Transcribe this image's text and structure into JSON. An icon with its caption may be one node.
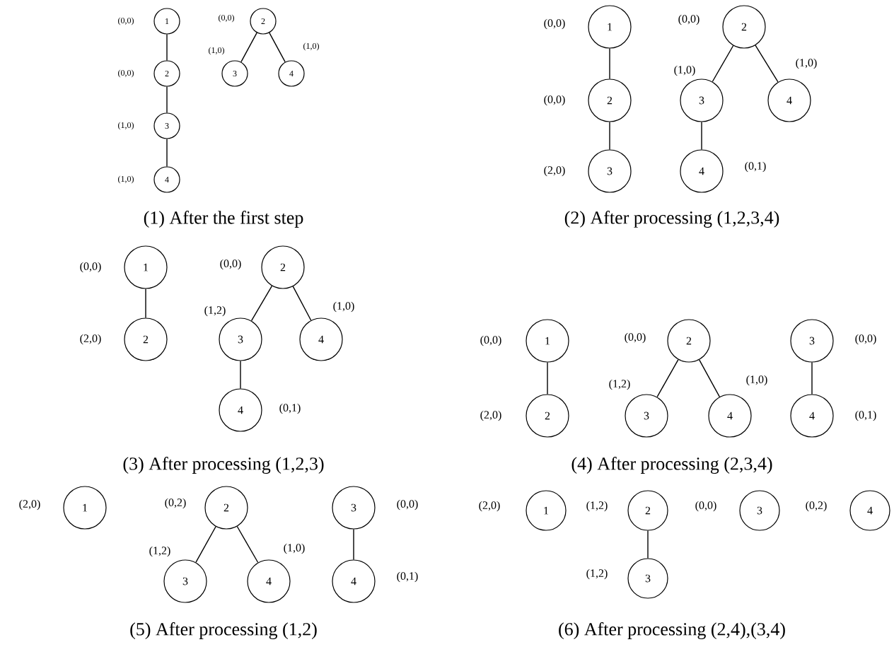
{
  "diagram": {
    "nodes": [
      {
        "text": [
          "1"
        ],
        "beside": [
          "(0,0)"
        ]
      },
      {
        "text": [
          "2"
        ],
        "beside": [
          "(0,0)"
        ]
      },
      {
        "text": [
          "3"
        ],
        "beside": [
          "(1,0)"
        ]
      },
      {
        "text": [
          "4"
        ],
        "beside": [
          "(1,0)"
        ]
      },
      {
        "text": [
          "2"
        ],
        "beside": [
          "(0,0)"
        ]
      },
      {
        "text": [
          "3"
        ],
        "beside": [
          "(1,0)"
        ]
      },
      {
        "text": [
          "4"
        ],
        "beside": [
          "(1,0)"
        ]
      },
      {
        "text": [
          "1"
        ],
        "beside": [
          "(0,0)"
        ]
      },
      {
        "text": [
          "2"
        ],
        "beside": [
          "(0,0)"
        ]
      },
      {
        "text": [
          "3"
        ],
        "beside": [
          "(2,0)"
        ]
      },
      {
        "text": [
          "2"
        ],
        "beside": [
          "(0,0)"
        ]
      },
      {
        "text": [
          "3"
        ],
        "beside": [
          "(1,0)"
        ]
      },
      {
        "text": [
          "4"
        ],
        "beside": [
          "(1,0)"
        ]
      },
      {
        "text": [
          "4"
        ],
        "beside": [
          "(0,1)"
        ]
      },
      {
        "text": [
          "1"
        ],
        "beside": [
          "(0,0)"
        ]
      },
      {
        "text": [
          "2"
        ],
        "beside": [
          "(2,0)"
        ]
      },
      {
        "text": [
          "2"
        ],
        "beside": [
          "(0,0)"
        ]
      },
      {
        "text": [
          "3"
        ],
        "beside": [
          "(1,2)"
        ]
      },
      {
        "text": [
          "4"
        ],
        "beside": [
          "(1,0)"
        ]
      },
      {
        "text": [
          "4"
        ],
        "beside": [
          "(0,1)"
        ]
      },
      {
        "text": [
          "1"
        ],
        "beside": [
          "(0,0)"
        ]
      },
      {
        "text": [
          "2"
        ],
        "beside": [
          "(2,0)"
        ]
      },
      {
        "text": [
          "2"
        ],
        "beside": [
          "(0,0)"
        ]
      },
      {
        "text": [
          "3"
        ],
        "beside": [
          "(1,2)"
        ]
      },
      {
        "text": [
          "4"
        ],
        "beside": [
          "(1,0)"
        ]
      },
      {
        "text": [
          "3"
        ],
        "beside": [
          "(0,0)"
        ]
      },
      {
        "text": [
          "4"
        ],
        "beside": [
          "(0,1)"
        ]
      },
      {
        "text": [
          "1"
        ],
        "beside": [
          "(2,0)"
        ]
      },
      {
        "text": [
          "2"
        ],
        "beside": [
          "(0,2)"
        ]
      },
      {
        "text": [
          "3"
        ],
        "beside": [
          "(1,2)"
        ]
      },
      {
        "text": [
          "4"
        ],
        "beside": [
          "(1,0)"
        ]
      },
      {
        "text": [
          "3"
        ],
        "beside": [
          "(0,0)"
        ]
      },
      {
        "text": [
          "4"
        ],
        "beside": [
          "(0,1)"
        ]
      },
      {
        "text": [
          "1"
        ],
        "beside": [
          "(2,0)"
        ]
      },
      {
        "text": [
          "2"
        ],
        "beside": [
          "(1,2)"
        ]
      },
      {
        "text": [
          "3"
        ],
        "beside": [
          "(1,2)"
        ]
      },
      {
        "text": [
          "3"
        ],
        "beside": [
          "(0,0)"
        ]
      },
      {
        "text": [
          "4"
        ],
        "beside": [
          "(0,2)"
        ]
      }
    ],
    "edges": [
      {
        "from": 0,
        "to": 1,
        "arrow": "none"
      },
      {
        "from": 1,
        "to": 2,
        "arrow": "none"
      },
      {
        "from": 2,
        "to": 3,
        "arrow": "none"
      },
      {
        "from": 4,
        "to": 5,
        "arrow": "none"
      },
      {
        "from": 4,
        "to": 6,
        "arrow": "none"
      },
      {
        "from": 7,
        "to": 8,
        "arrow": "none"
      },
      {
        "from": 8,
        "to": 9,
        "arrow": "none"
      },
      {
        "from": 10,
        "to": 11,
        "arrow": "none"
      },
      {
        "from": 10,
        "to": 12,
        "arrow": "none"
      },
      {
        "from": 11,
        "to": 13,
        "arrow": "none"
      },
      {
        "from": 14,
        "to": 15,
        "arrow": "none"
      },
      {
        "from": 16,
        "to": 17,
        "arrow": "none"
      },
      {
        "from": 16,
        "to": 18,
        "arrow": "none"
      },
      {
        "from": 17,
        "to": 19,
        "arrow": "none"
      },
      {
        "from": 20,
        "to": 21,
        "arrow": "none"
      },
      {
        "from": 22,
        "to": 23,
        "arrow": "none"
      },
      {
        "from": 22,
        "to": 24,
        "arrow": "none"
      },
      {
        "from": 25,
        "to": 26,
        "arrow": "none"
      },
      {
        "from": 28,
        "to": 29,
        "arrow": "none"
      },
      {
        "from": 28,
        "to": 30,
        "arrow": "none"
      },
      {
        "from": 31,
        "to": 32,
        "arrow": "none"
      },
      {
        "from": 34,
        "to": 35,
        "arrow": "none"
      }
    ],
    "labels": [
      "(1) After the first step",
      "(2) After processing (1,2,3,4)",
      "(3) After processing (1,2,3)",
      "(4) After processing (2,3,4)",
      "(5) After processing (1,2)",
      "(6) After processing (2,4),(3,4)"
    ]
  }
}
